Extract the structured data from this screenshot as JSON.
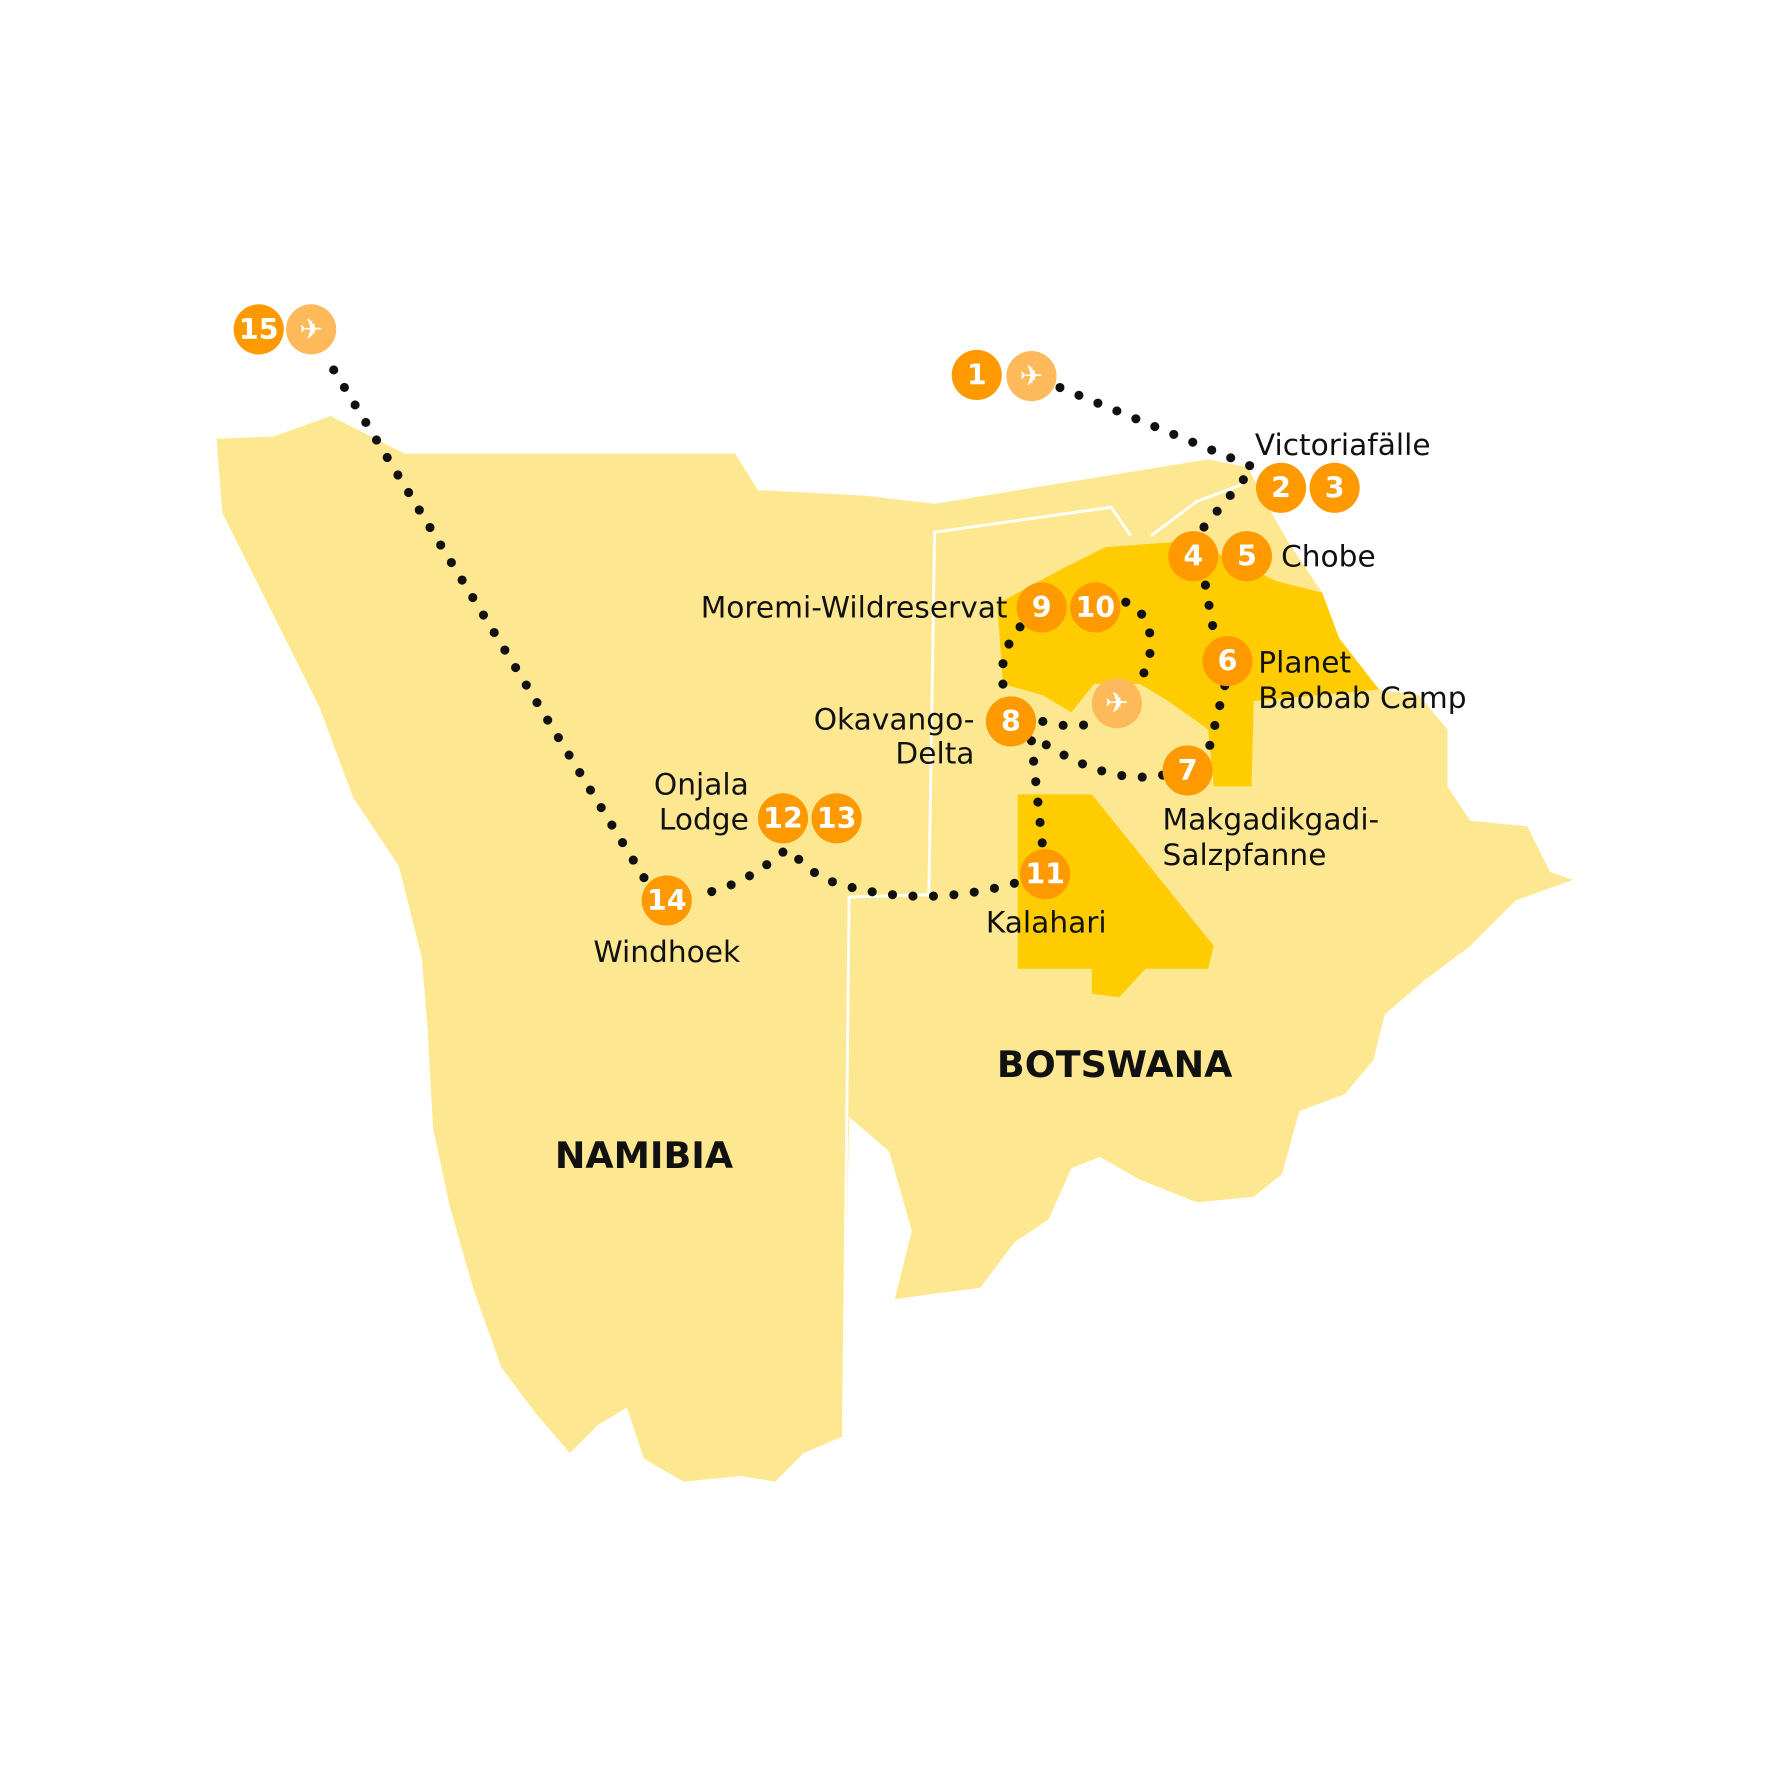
{
  "colors": {
    "land": "#fde891",
    "park": "#fecc00",
    "marker": "#fe9a00",
    "plane": "#feba5a",
    "route": "#111111"
  },
  "countries": {
    "namibia": "NAMIBIA",
    "botswana": "BOTSWANA"
  },
  "markers": [
    "1",
    "2",
    "3",
    "4",
    "5",
    "6",
    "7",
    "8",
    "9",
    "10",
    "11",
    "12",
    "13",
    "14",
    "15"
  ],
  "places": {
    "victoria": "Victoriafälle",
    "chobe": "Chobe",
    "planet1": "Planet",
    "planet2": "Baobab Camp",
    "makgadikgadi1": "Makgadikgadi-",
    "makgadikgadi2": "Salzpfanne",
    "moremi": "Moremi-Wildreservat",
    "okavango1": "Okavango-",
    "okavango2": "Delta",
    "kalahari": "Kalahari",
    "onjala1": "Onjala",
    "onjala2": "Lodge",
    "windhoek": "Windhoek"
  },
  "icons": [
    "airplane-icon"
  ]
}
